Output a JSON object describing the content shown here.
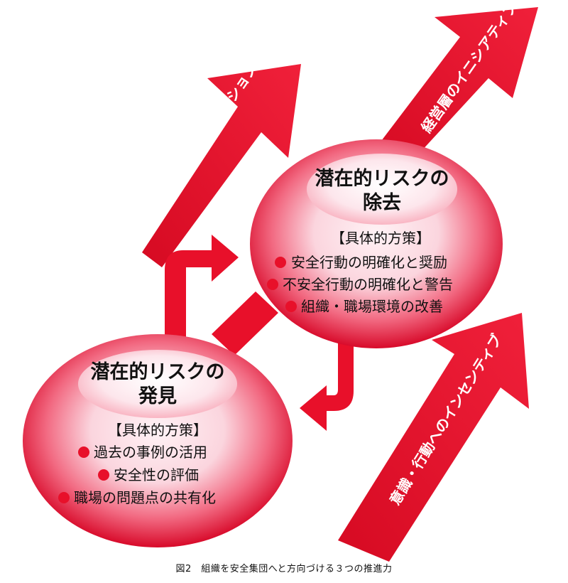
{
  "arrows": {
    "left_label": "双方向のコミュニケーション",
    "top_right_label": "経営層のイニシアティブ",
    "bottom_right_label": "意識・行動へのインセンティブ"
  },
  "removal": {
    "title_line1": "潜在的リスクの",
    "title_line2": "除去",
    "heading": "【具体的方策】",
    "items": [
      "安全行動の明確化と奨励",
      "不安全行動の明確化と警告",
      "組織・職場環境の改善"
    ]
  },
  "discovery": {
    "title_line1": "潜在的リスクの",
    "title_line2": "発見",
    "heading": "【具体的方策】",
    "items": [
      "過去の事例の活用",
      "安全性の評価",
      "職場の問題点の共有化"
    ]
  },
  "caption": "図2　組織を安全集団へと方向づける３つの推進力",
  "colors": {
    "arrow_red": "#e8102a",
    "bullet_red": "#e8102a",
    "ellipse_edge": "#e0102a",
    "ellipse_center": "#fde4ea"
  }
}
